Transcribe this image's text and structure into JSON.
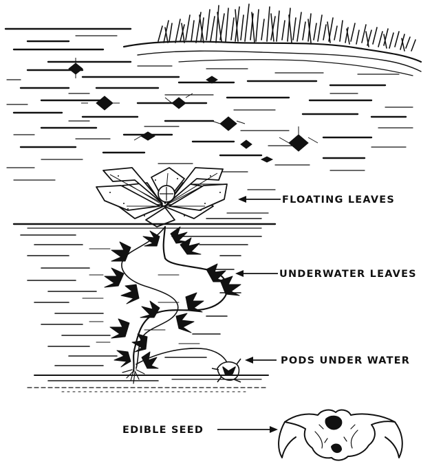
{
  "labels": {
    "floating": "FLOATING LEAVES",
    "underwater": "UNDERWATER LEAVES",
    "pods": "PODS UNDER WATER",
    "seed": "EDIBLE SEED"
  },
  "colors": {
    "ink": "#111111",
    "paper": "#ffffff"
  }
}
